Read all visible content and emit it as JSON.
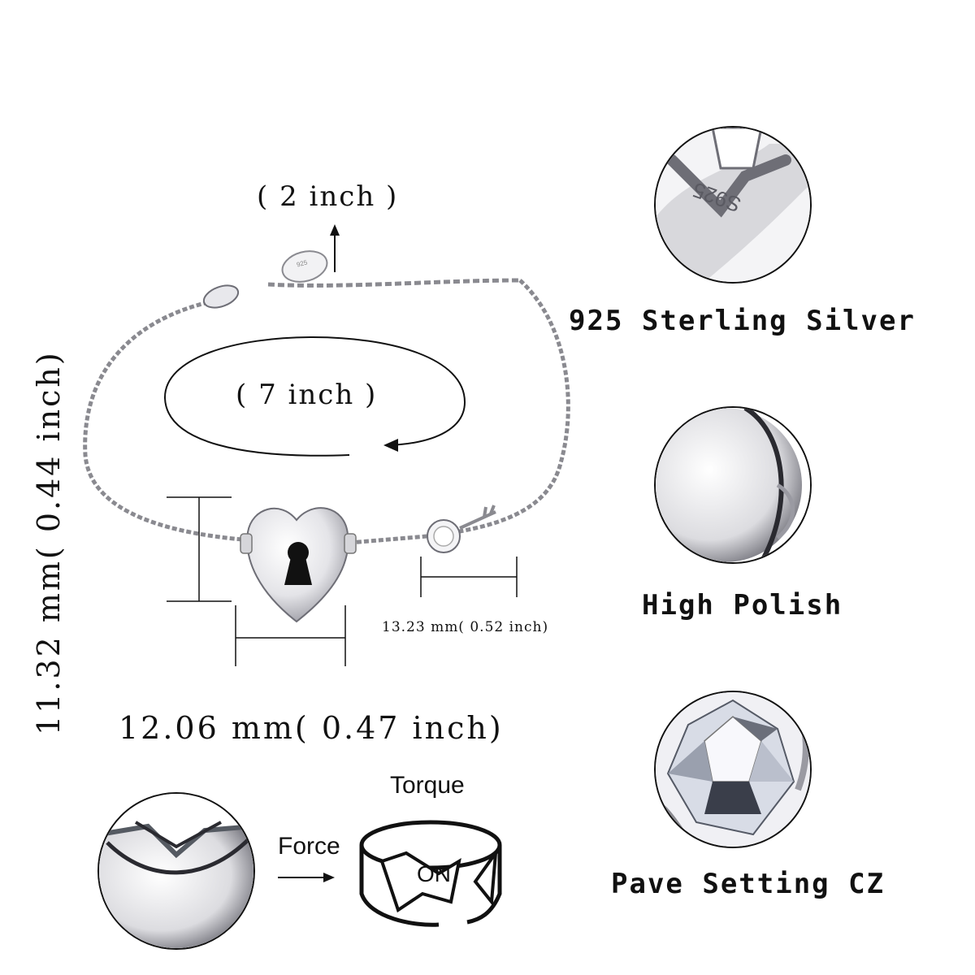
{
  "labels": {
    "extension": "( 2 inch )",
    "length": "( 7 inch )",
    "height_dim": "11.32 mm( 0.44 inch)",
    "width_dim": "12.06 mm( 0.47 inch)",
    "charm_dim": "13.23 mm( 0.52 inch)",
    "stamp": "S925",
    "tag_stamp": "925"
  },
  "features": [
    {
      "label": "925 Sterling Silver"
    },
    {
      "label": "High Polish"
    },
    {
      "label": "Pave Setting CZ"
    }
  ],
  "comfort": {
    "torque": "Torque",
    "force": "Force",
    "on": "ON"
  },
  "colors": {
    "ink": "#111111",
    "silver": "#c8c8cc",
    "silver_dark": "#8a8a90",
    "background": "#ffffff"
  }
}
